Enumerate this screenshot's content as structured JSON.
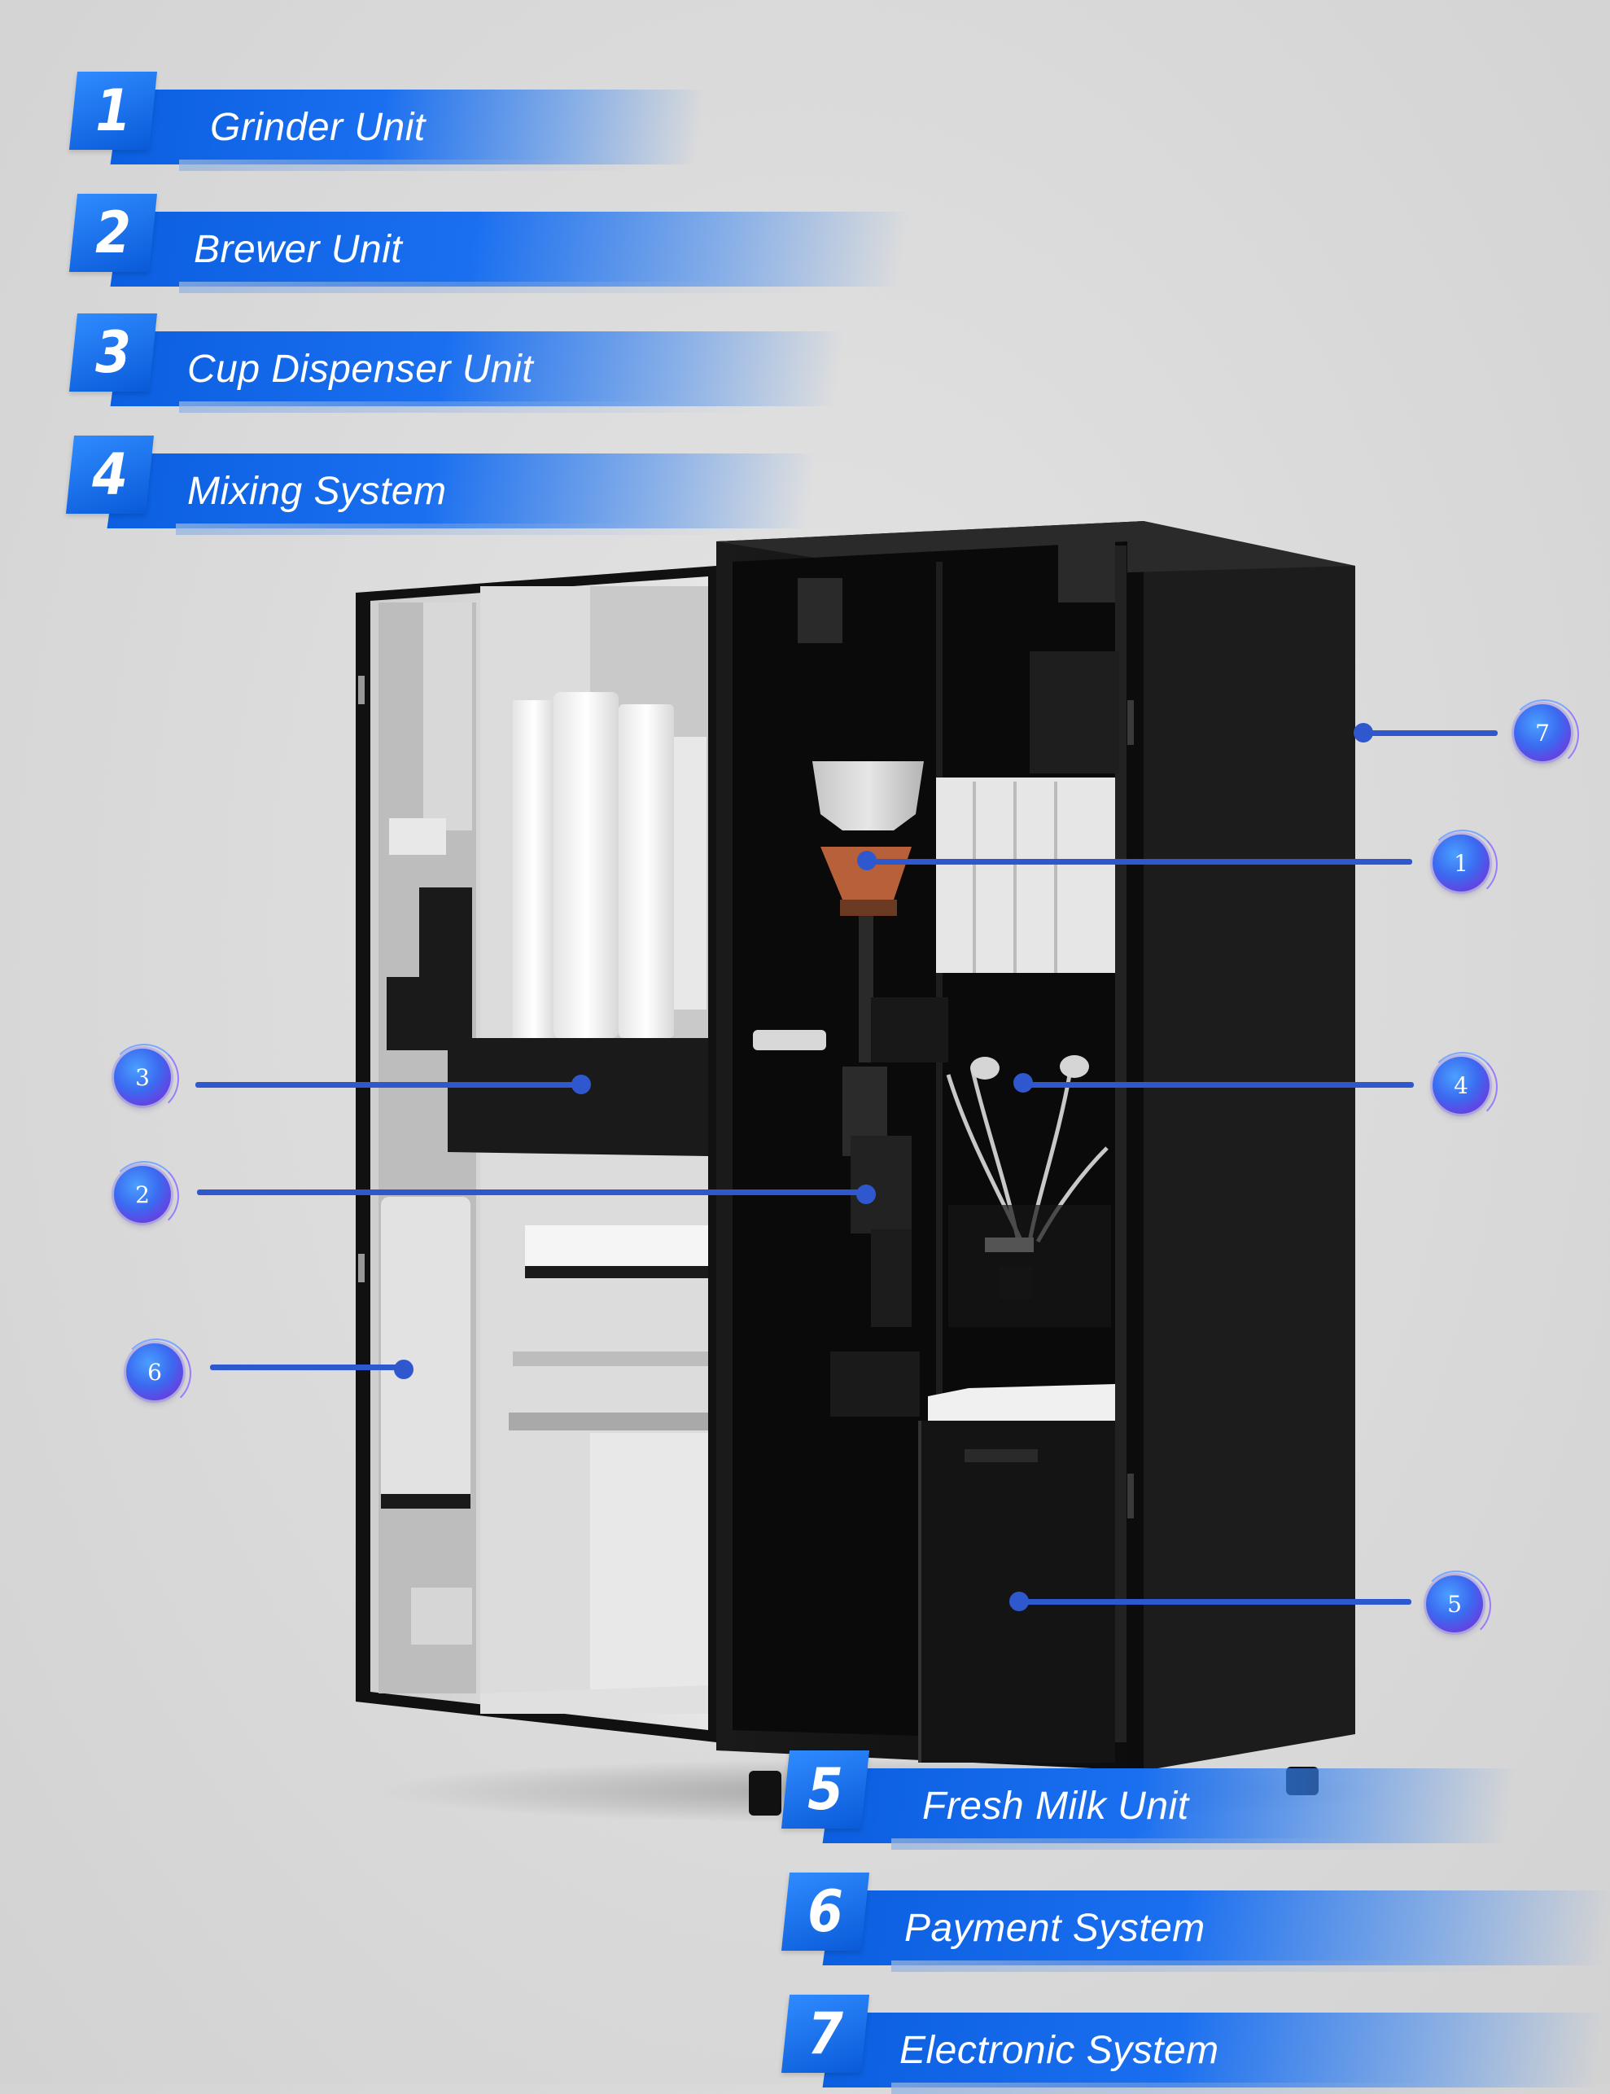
{
  "legend": [
    {
      "number": "1",
      "label": "Grinder  Unit"
    },
    {
      "number": "2",
      "label": "Brewer Unit"
    },
    {
      "number": "3",
      "label": "Cup Dispenser Unit"
    },
    {
      "number": "4",
      "label": "Mixing System"
    },
    {
      "number": "5",
      "label": "Fresh Milk Unit"
    },
    {
      "number": "6",
      "label": "Payment System"
    },
    {
      "number": "7",
      "label": "Electronic System"
    }
  ],
  "callouts": [
    {
      "number": "1",
      "points_to": "grinder-hopper"
    },
    {
      "number": "2",
      "points_to": "brewer-module"
    },
    {
      "number": "3",
      "points_to": "cup-dispenser"
    },
    {
      "number": "4",
      "points_to": "mixing-tubes"
    },
    {
      "number": "5",
      "points_to": "milk-fridge"
    },
    {
      "number": "6",
      "points_to": "payment-module"
    },
    {
      "number": "7",
      "points_to": "cabinet-side-panel"
    }
  ],
  "colors": {
    "banner_blue": "#0b5fe0",
    "callout_line": "#2f58cf",
    "cabinet_black": "#141414",
    "background": "#dcdcdc"
  }
}
